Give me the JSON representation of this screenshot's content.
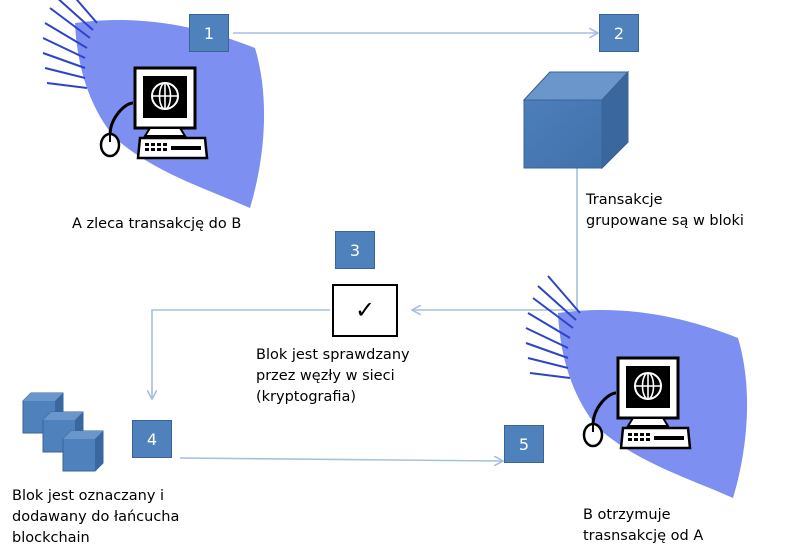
{
  "colors": {
    "step_box": "#4f81bd",
    "arrow": "#a7bfdf",
    "cube": "#4f81bd",
    "swoosh": "#7d8ff0"
  },
  "steps": [
    "1",
    "2",
    "3",
    "4",
    "5"
  ],
  "labels": {
    "sender": "A zleca transakcję do B",
    "grouping": [
      "Transakcje",
      "grupowane są w bloki"
    ],
    "validation": [
      "Blok jest sprawdzany",
      "przez węzły w sieci",
      "(kryptografia)"
    ],
    "chain": [
      "Blok jest oznaczany i",
      "dodawany do łańcucha",
      "blockchain"
    ],
    "receiver": [
      "B otrzymuje",
      "trasnsakcję od A"
    ]
  },
  "icons": {
    "sender": "computer-icon",
    "receiver": "computer-icon",
    "block": "cube-icon",
    "validation": "checkmark-icon",
    "chain": "stacked-blocks-icon"
  },
  "check_glyph": "✓"
}
